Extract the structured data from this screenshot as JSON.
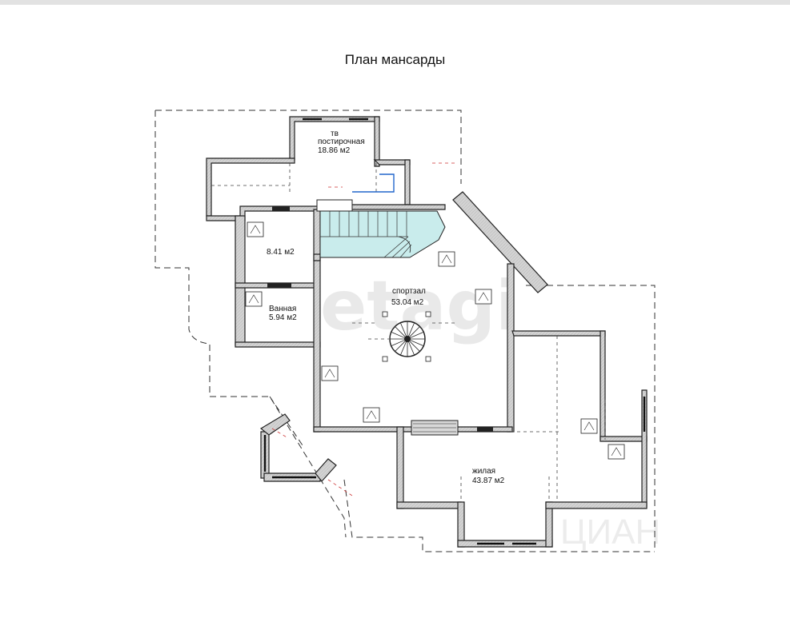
{
  "drawing": {
    "title": "План мансарды",
    "rooms": [
      {
        "name_line1": "тв",
        "name_line2": "постирочная",
        "area": "18.86 м2"
      },
      {
        "name": "",
        "area": "8.41 м2"
      },
      {
        "name": "Ванная",
        "area": "5.94 м2"
      },
      {
        "name": "спортзал",
        "area": "53.04 м2"
      },
      {
        "name": "жилая",
        "area": "43.87 м2"
      }
    ]
  },
  "watermarks": {
    "etagi": "etagi",
    "cian": "ЦИАН"
  },
  "colors": {
    "wall_fill": "#cfcfcf",
    "wall_stroke": "#222222",
    "stair_fill": "#c9ecec",
    "dashed": "#333333",
    "accent_red": "#cc3333",
    "accent_blue": "#2266cc"
  }
}
